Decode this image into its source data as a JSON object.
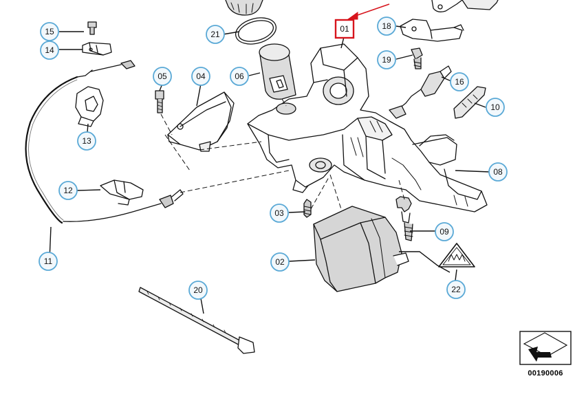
{
  "diagram": {
    "reference_code": "00190006",
    "highlighted_part": "01",
    "highlight_color": "#d7141c",
    "callout_border_color": "#5aa9d6",
    "callout_fill_color": "#f2f8fc"
  },
  "callouts": [
    {
      "id": "c01",
      "label": "01"
    },
    {
      "id": "c02",
      "label": "02"
    },
    {
      "id": "c03",
      "label": "03"
    },
    {
      "id": "c04",
      "label": "04"
    },
    {
      "id": "c05",
      "label": "05"
    },
    {
      "id": "c06",
      "label": "06"
    },
    {
      "id": "c08",
      "label": "08"
    },
    {
      "id": "c09",
      "label": "09"
    },
    {
      "id": "c10",
      "label": "10"
    },
    {
      "id": "c11",
      "label": "11"
    },
    {
      "id": "c12",
      "label": "12"
    },
    {
      "id": "c13",
      "label": "13"
    },
    {
      "id": "c14",
      "label": "14"
    },
    {
      "id": "c15",
      "label": "15"
    },
    {
      "id": "c16",
      "label": "16"
    },
    {
      "id": "c18",
      "label": "18"
    },
    {
      "id": "c19",
      "label": "19"
    },
    {
      "id": "c20",
      "label": "20"
    },
    {
      "id": "c21",
      "label": "21"
    },
    {
      "id": "c22",
      "label": "22"
    }
  ]
}
